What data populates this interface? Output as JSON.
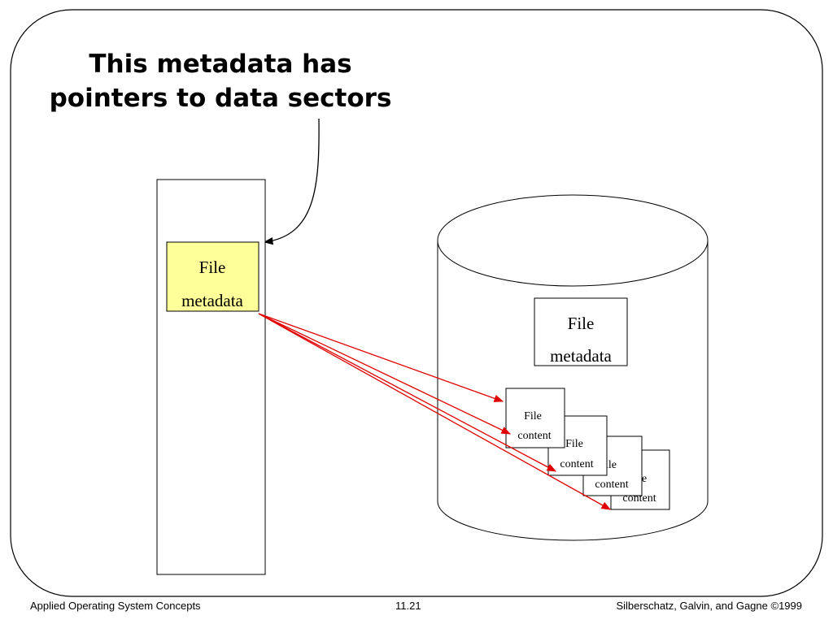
{
  "slide": {
    "title_lines": [
      "This metadata has",
      "pointers to data sectors"
    ],
    "memory_metadata_block": {
      "line1": "File",
      "line2": "metadata",
      "fill": "#ffff99"
    },
    "disk": {
      "metadata_block": {
        "line1": "File",
        "line2": "metadata"
      },
      "content_blocks": [
        {
          "line1": "File",
          "line2": "content"
        },
        {
          "line1": "File",
          "line2": "content"
        },
        {
          "line1": "ile",
          "line2": "content"
        },
        {
          "line1": "e",
          "line2": "content"
        }
      ]
    },
    "pointer_color": "#e00000"
  },
  "footer": {
    "left": "Applied Operating System Concepts",
    "center": "11.21",
    "right": "Silberschatz, Galvin, and Gagne ©1999"
  }
}
